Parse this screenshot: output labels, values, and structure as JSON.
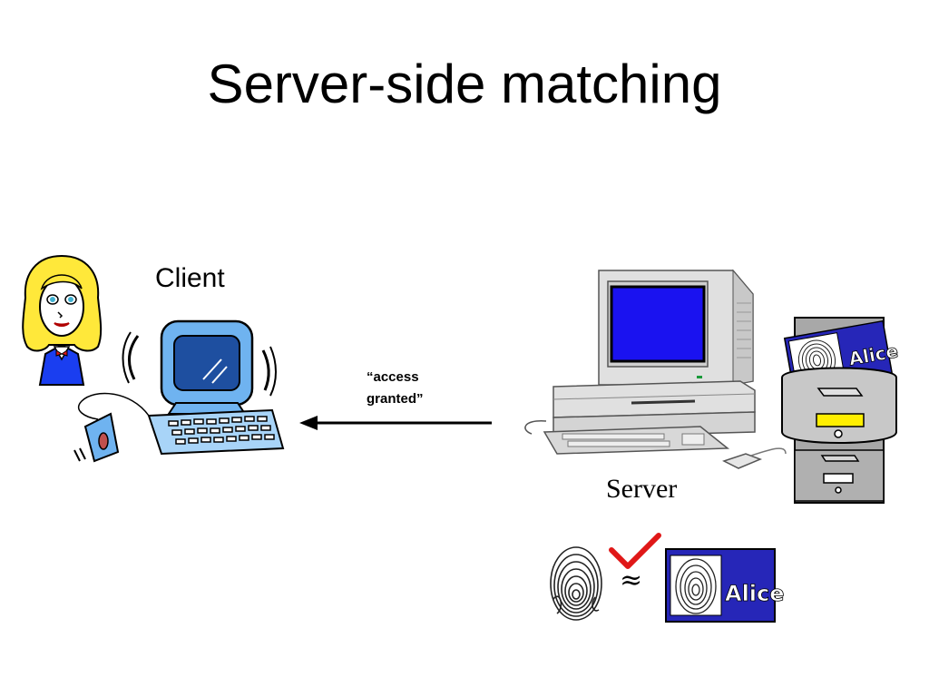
{
  "title": "Server-side matching",
  "client_label": "Client",
  "server_label": "Server",
  "message": {
    "line1": "“access",
    "line2": "granted”"
  },
  "match_symbol": "≈",
  "card_name": "Alice",
  "colors": {
    "screen_blue": "#1a12f0",
    "card_blue": "#2626b8",
    "check_red": "#e01818",
    "client_blue": "#6fb3f0",
    "hair_yellow": "#ffe83a"
  },
  "icons": [
    "woman-client-icon",
    "client-computer-icon",
    "server-computer-icon",
    "filing-cabinet-icon",
    "fingerprint-icon",
    "checkmark-icon",
    "id-card-icon",
    "arrow-left-icon"
  ]
}
